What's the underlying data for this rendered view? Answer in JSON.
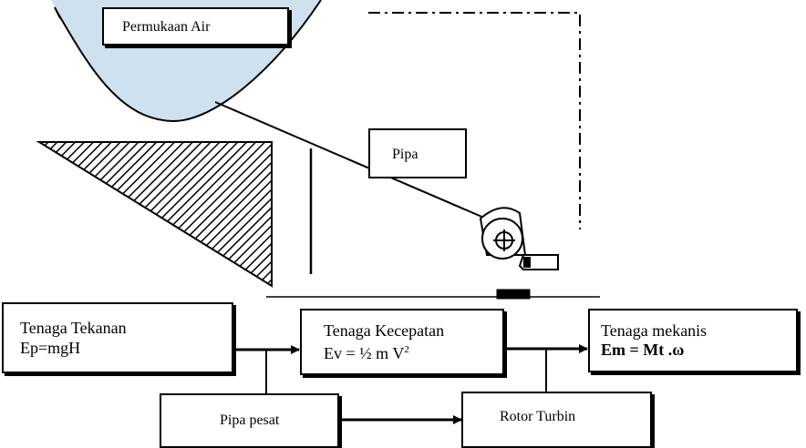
{
  "labels": {
    "water_surface": "Permukaan Air",
    "pipe": "Pipa"
  },
  "blocks": {
    "pressure": {
      "title": "Tenaga Tekanan",
      "formula": "Ep=mgH"
    },
    "velocity": {
      "title": "Tenaga Kecepatan",
      "formula": "Ev = ½ m V",
      "superscript": "2"
    },
    "mechanical": {
      "title": "Tenaga mekanis",
      "formula": "Em = Mt .ω"
    },
    "penstock": {
      "title": "Pipa pesat"
    },
    "rotor": {
      "title": "Rotor Turbin"
    }
  },
  "colors": {
    "water_fill": "#cfe0ee",
    "line": "#000000"
  }
}
